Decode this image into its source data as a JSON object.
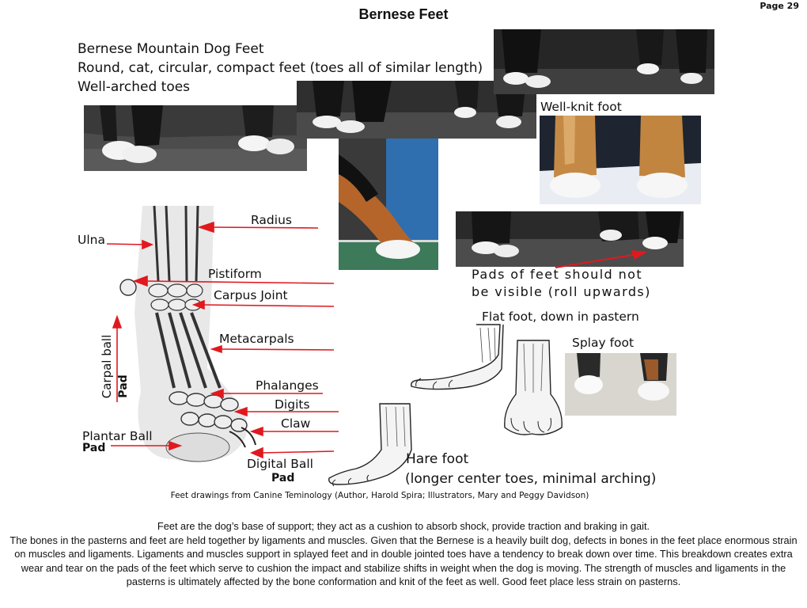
{
  "page": {
    "title": "Bernese Feet",
    "page_number": "Page 29"
  },
  "intro": {
    "line1": "Bernese Mountain Dog Feet",
    "line2": "Round, cat, circular, compact feet (toes all of similar length)",
    "line3": "Well-arched toes"
  },
  "photo_labels": {
    "well_knit": "Well-knit foot",
    "pads_note_line1": "Pads of feet should not",
    "pads_note_line2": "be visible (roll upwards)",
    "flat_foot": "Flat foot, down in pastern",
    "splay_foot": "Splay foot",
    "hare_foot": "Hare foot",
    "hare_foot_desc": "(longer center toes, minimal arching)"
  },
  "anatomy": {
    "ulna": "Ulna",
    "radius": "Radius",
    "pistiform": "Pistiform",
    "carpus_joint": "Carpus Joint",
    "metacarpals": "Metacarpals",
    "phalanges": "Phalanges",
    "digits": "Digits",
    "claw": "Claw",
    "carpal_ball": "Carpal ball",
    "carpal_pad": "Pad",
    "plantar_ball": "Plantar Ball",
    "plantar_pad": "Pad",
    "digital_ball": "Digital Ball",
    "digital_pad": "Pad"
  },
  "caption": "Feet drawings from Canine Teminology (Author, Harold Spira; Illustrators, Mary and Peggy Davidson)",
  "body": {
    "p1": "Feet are the dog’s base of support; they act as a cushion to absorb shock, provide traction and braking in gait.",
    "p2": "The bones in the pasterns and feet are held together by ligaments and muscles. Given that the Bernese is a heavily built dog, defects in bones in the feet  place enormous strain on muscles and ligaments. Ligaments and muscles support in splayed feet and in double jointed toes have a tendency to break down over time. This breakdown creates extra wear and tear on the pads of the feet which serve to cushion the impact and stabilize shifts in weight when the dog is moving. The strength of muscles and ligaments in the pasterns is ultimately affected by the bone conformation and knit of the feet as well. Good feet place less strain on pasterns."
  },
  "colors": {
    "arrow": "#e0191f",
    "photo_dark": "#2a2a2a",
    "tan": "#c48a45",
    "blue_bg": "#2f6fb0",
    "green_floor": "#3c7a5a"
  }
}
